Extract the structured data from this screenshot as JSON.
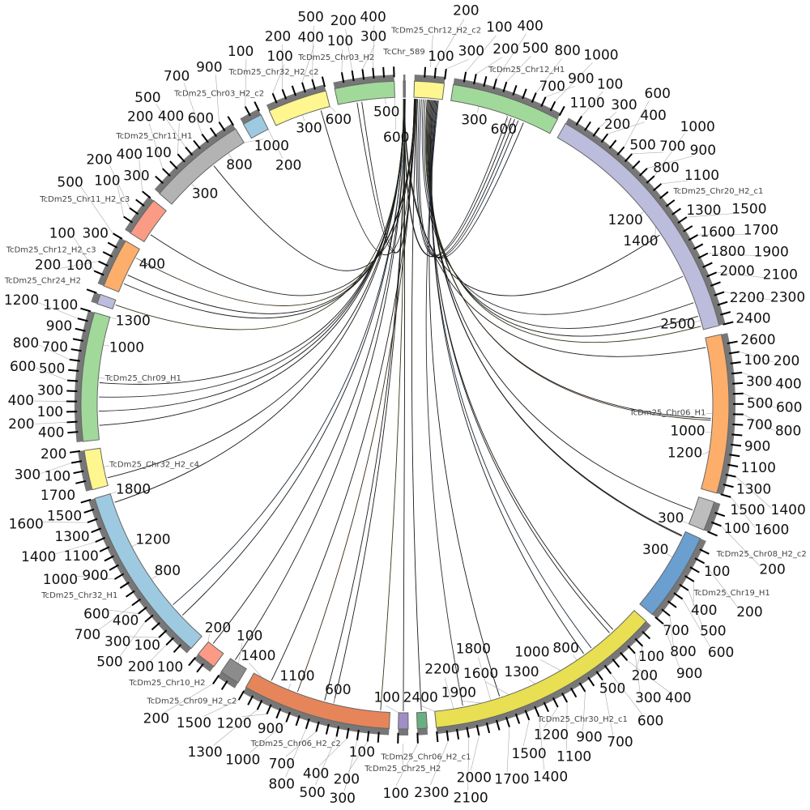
{
  "diagram": {
    "type": "circos",
    "tick_step": 100,
    "link_color": "#1a1a1a",
    "band_color": "#777777",
    "segments": [
      {
        "name": "TcChr_589",
        "length": 20,
        "color": "#777777"
      },
      {
        "name": "TcDm25_Chr12_H2_c2",
        "length": 300,
        "color": "#fff68f"
      },
      {
        "name": "TcDm25_Chr12_H1",
        "length": 1100,
        "color": "#a1d99b"
      },
      {
        "name": "TcDm25_Chr20_H2_c1",
        "length": 2600,
        "color": "#bcbddc"
      },
      {
        "name": "TcDm25_Chr06_H1",
        "length": 1600,
        "color": "#fdae6b"
      },
      {
        "name": "TcDm25_Chr08_H2_c2",
        "length": 300,
        "color": "#bdbdbd"
      },
      {
        "name": "TcDm25_Chr19_H1",
        "length": 900,
        "color": "#6a9fcf"
      },
      {
        "name": "TcDm25_Chr30_H2_c1",
        "length": 2400,
        "color": "#e8df52"
      },
      {
        "name": "TcDm25_Chr06_H2_c1",
        "length": 100,
        "color": "#6aaf7f"
      },
      {
        "name": "TcDm25_Chr25_H2",
        "length": 100,
        "color": "#9e8fc6"
      },
      {
        "name": "TcDm25_Chr06_H2_c2",
        "length": 1500,
        "color": "#e6855a"
      },
      {
        "name": "TcDm25_Chr09_H2_c2",
        "length": 200,
        "color": "#8c8c8c"
      },
      {
        "name": "TcDm25_Chr10_H2",
        "length": 200,
        "color": "#fb9a85"
      },
      {
        "name": "TcDm25_Chr32_H1",
        "length": 1800,
        "color": "#9ecae1"
      },
      {
        "name": "TcDm25_Chr32_H2_c4",
        "length": 400,
        "color": "#fff68f"
      },
      {
        "name": "TcDm25_Chr09_H1",
        "length": 1300,
        "color": "#a1d99b"
      },
      {
        "name": "TcDm25_Chr24_H2",
        "length": 100,
        "color": "#bcbddc"
      },
      {
        "name": "TcDm25_Chr12_H2_c3",
        "length": 500,
        "color": "#fdae6b"
      },
      {
        "name": "TcDm25_Chr11_H2_c3",
        "length": 400,
        "color": "#fb9a85"
      },
      {
        "name": "TcDm25_Chr11_H1",
        "length": 1000,
        "color": "#b3b3b3"
      },
      {
        "name": "TcDm25_Chr03_H2_c2",
        "length": 200,
        "color": "#9ecae1"
      },
      {
        "name": "TcDm25_Chr32_H2_c2",
        "length": 600,
        "color": "#fff68f"
      },
      {
        "name": "TcDm25_Chr03_H2",
        "length": 600,
        "color": "#a1d99b"
      }
    ],
    "links": [
      [
        0,
        5,
        2,
        620
      ],
      [
        0,
        8,
        2,
        660
      ],
      [
        1,
        40,
        2,
        700
      ],
      [
        1,
        60,
        2,
        740
      ],
      [
        1,
        80,
        2,
        800
      ],
      [
        0,
        10,
        3,
        1500
      ],
      [
        1,
        100,
        3,
        2000
      ],
      [
        1,
        120,
        3,
        2300
      ],
      [
        1,
        140,
        3,
        2450
      ],
      [
        1,
        150,
        3,
        2560
      ],
      [
        0,
        12,
        4,
        100
      ],
      [
        1,
        160,
        4,
        850
      ],
      [
        1,
        170,
        4,
        870
      ],
      [
        1,
        180,
        5,
        150
      ],
      [
        1,
        190,
        6,
        50
      ],
      [
        1,
        200,
        6,
        60
      ],
      [
        1,
        210,
        7,
        300
      ],
      [
        1,
        220,
        7,
        350
      ],
      [
        1,
        230,
        7,
        600
      ],
      [
        1,
        240,
        7,
        700
      ],
      [
        1,
        250,
        7,
        1700
      ],
      [
        1,
        260,
        7,
        2100
      ],
      [
        0,
        14,
        9,
        50
      ],
      [
        1,
        30,
        8,
        50
      ],
      [
        0,
        15,
        10,
        100
      ],
      [
        0,
        16,
        10,
        600
      ],
      [
        0,
        17,
        10,
        700
      ],
      [
        1,
        20,
        10,
        1000
      ],
      [
        1,
        25,
        10,
        1300
      ],
      [
        0,
        18,
        11,
        150
      ],
      [
        0,
        19,
        12,
        150
      ],
      [
        0,
        3,
        13,
        1700
      ],
      [
        0,
        4,
        13,
        300
      ],
      [
        0,
        6,
        13,
        450
      ],
      [
        0,
        7,
        14,
        80
      ],
      [
        0,
        9,
        15,
        150
      ],
      [
        0,
        11,
        15,
        450
      ],
      [
        0,
        13,
        15,
        600
      ],
      [
        0,
        2,
        15,
        300
      ],
      [
        0,
        1,
        16,
        50
      ],
      [
        1,
        15,
        17,
        100
      ],
      [
        1,
        18,
        17,
        200
      ],
      [
        1,
        22,
        17,
        400
      ],
      [
        1,
        12,
        18,
        100
      ],
      [
        1,
        10,
        19,
        600
      ],
      [
        1,
        8,
        21,
        500
      ],
      [
        1,
        5,
        22,
        200
      ],
      [
        1,
        6,
        22,
        250
      ]
    ]
  }
}
